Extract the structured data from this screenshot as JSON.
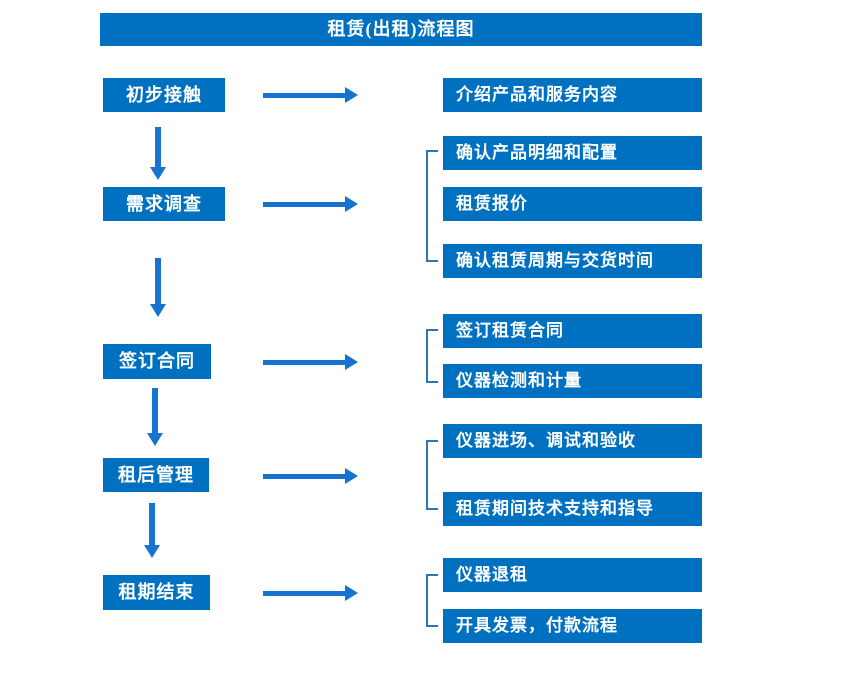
{
  "title": "租赁(出租)流程图",
  "colors": {
    "box_blue": "#0070C0",
    "arrow_blue": "#1574CF",
    "bracket_blue": "#2E75B6",
    "text_white": "#FFFFFF"
  },
  "stages": [
    {
      "label": "初步接触",
      "outputs": [
        "介绍产品和服务内容"
      ]
    },
    {
      "label": "需求调查",
      "outputs": [
        "确认产品明细和配置",
        "租赁报价",
        "确认租赁周期与交货时间"
      ]
    },
    {
      "label": "签订合同",
      "outputs": [
        "签订租赁合同",
        "仪器检测和计量"
      ]
    },
    {
      "label": "租后管理",
      "outputs": [
        "仪器进场、调试和验收",
        "租赁期间技术支持和指导"
      ]
    },
    {
      "label": "租期结束",
      "outputs": [
        "仪器退租",
        "开具发票，付款流程"
      ]
    }
  ]
}
